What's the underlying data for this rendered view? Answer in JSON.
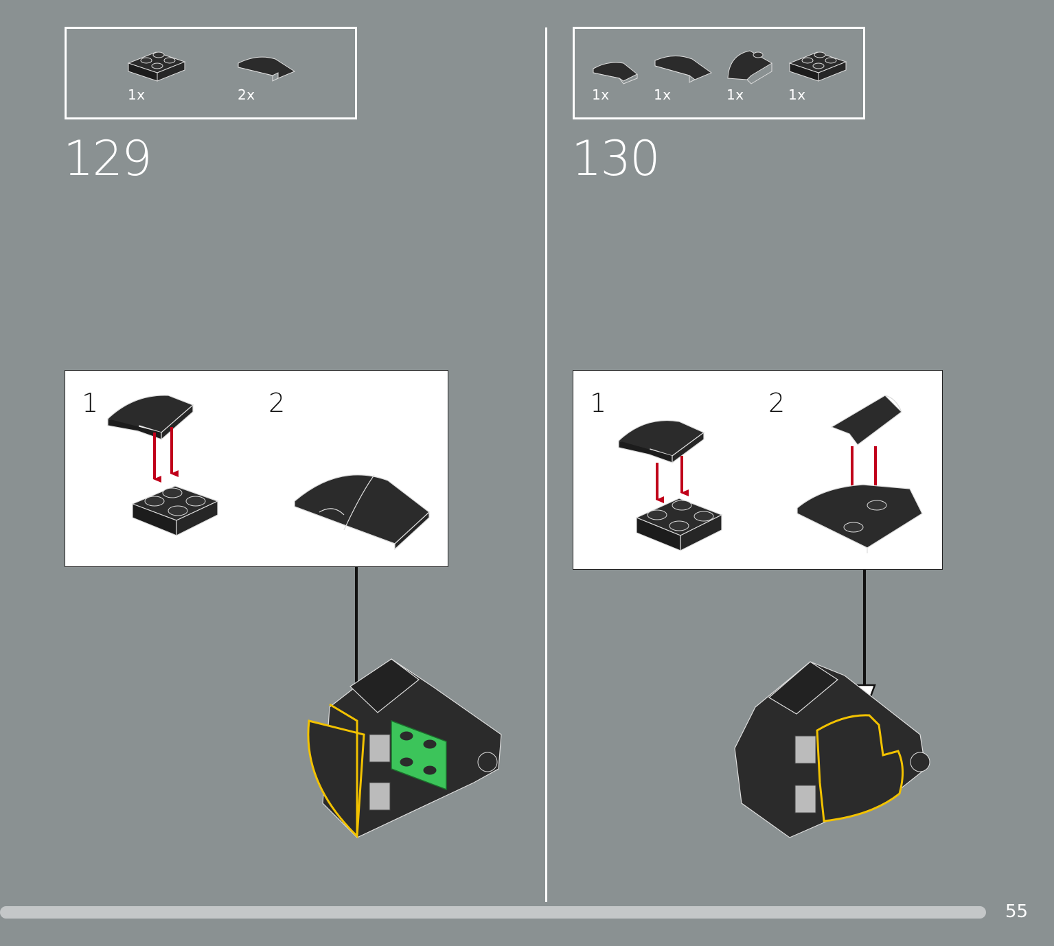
{
  "left_step": {
    "number": "129",
    "parts": [
      {
        "qty": "1x",
        "icon": "plate-2x2-icon"
      },
      {
        "qty": "2x",
        "icon": "curved-slope-icon"
      }
    ],
    "substeps": [
      {
        "label": "1"
      },
      {
        "label": "2"
      }
    ]
  },
  "right_step": {
    "number": "130",
    "parts": [
      {
        "qty": "1x",
        "icon": "curved-slope-small-icon"
      },
      {
        "qty": "1x",
        "icon": "curved-slope-icon"
      },
      {
        "qty": "1x",
        "icon": "arch-slope-icon"
      },
      {
        "qty": "1x",
        "icon": "plate-2x2-icon"
      }
    ],
    "substeps": [
      {
        "label": "1"
      },
      {
        "label": "2"
      }
    ]
  },
  "footer": {
    "page_number": "55"
  },
  "colors": {
    "background": "#8a9192",
    "brick": "#2b2b2b",
    "highlight_outline": "#f2c200",
    "highlight_plate": "#3cc45a",
    "arrow_red": "#c0001a"
  }
}
